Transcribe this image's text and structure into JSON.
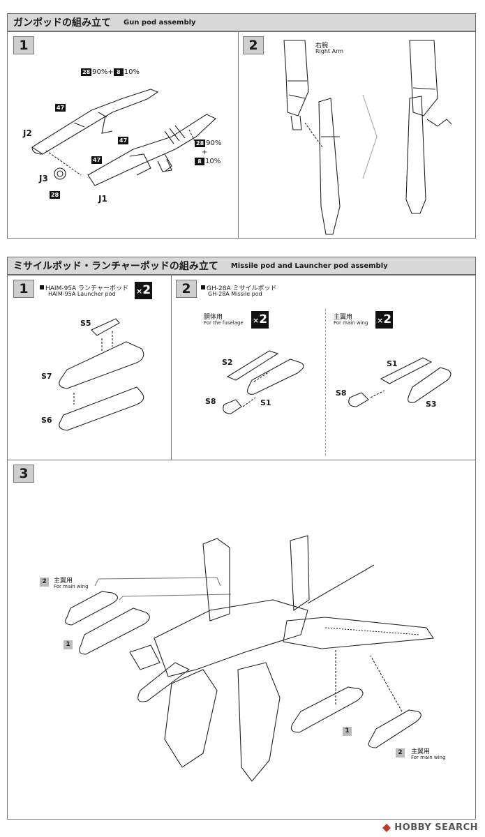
{
  "gun_pod": {
    "title_jp": "ガンポッドの組み立て",
    "title_en": "Gun pod assembly",
    "step1": {
      "num": "1",
      "mix_top": {
        "p1": "28",
        "pct1": "90%",
        "plus": "+",
        "p2": "8",
        "pct2": "10%"
      },
      "mix_right": {
        "p1": "28",
        "pct1": "90%",
        "plus": "+",
        "p2": "8",
        "pct2": "10%"
      },
      "badge_a": "47",
      "badge_b": "47",
      "badge_c": "47",
      "badge_d": "28",
      "label_j1": "J1",
      "label_j2": "J2",
      "label_j3": "J3"
    },
    "step2": {
      "num": "2",
      "arm_jp": "右腕",
      "arm_en": "Right Arm"
    }
  },
  "missile_pod": {
    "title_jp": "ミサイルポッド・ランチャーポッドの組み立て",
    "title_en": "Missile pod and Launcher pod assembly",
    "step1": {
      "num": "1",
      "name_jp": "HAIM-95A ランチャーポッド",
      "name_en": "HAIM-95A Launcher pod",
      "qty_x": "×",
      "qty_n": "2",
      "label_s5": "S5",
      "label_s7": "S7",
      "label_s6": "S6"
    },
    "step2": {
      "num": "2",
      "name_jp": "GH-28A ミサイルポッド",
      "name_en": "GH-28A Missile pod",
      "left": {
        "jp": "胴体用",
        "en": "For the fuselage",
        "qty_x": "×",
        "qty_n": "2",
        "s2": "S2",
        "s8": "S8",
        "s1": "S1"
      },
      "right": {
        "jp": "主翼用",
        "en": "For main wing",
        "qty_x": "×",
        "qty_n": "2",
        "s1": "S1",
        "s8": "S8",
        "s3": "S3"
      }
    },
    "step3": {
      "num": "3",
      "callout_top_num": "2",
      "callout_top_jp": "主翼用",
      "callout_top_en": "For main wing",
      "callout_mid_num": "1",
      "callout_br1_num": "1",
      "callout_br2_num": "2",
      "callout_br2_jp": "主翼用",
      "callout_br2_en": "For main wing"
    }
  },
  "watermark": {
    "text": "HOBBY SEARCH"
  }
}
